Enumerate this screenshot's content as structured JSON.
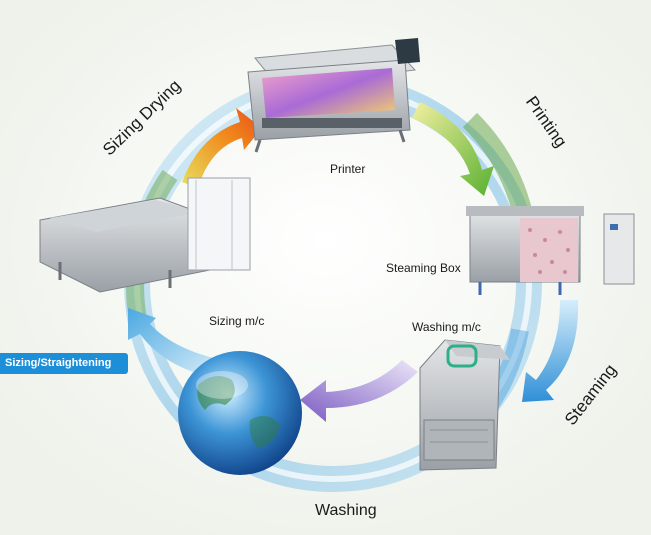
{
  "colors": {
    "background": "#f7f8f4",
    "ring_blue": "#7cc3ea",
    "ring_green": "#6aa84f",
    "arrow_orange": "#f08a1c",
    "arrow_green": "#7fc241",
    "arrow_blue": "#3a9ad9",
    "arrow_purple": "#8a6bc9",
    "badge_blue": "#1d8ed8"
  },
  "stages": {
    "sizing_drying": "Sizing Drying",
    "printing": "Printing",
    "steaming": "Steaming",
    "washing": "Washing",
    "sizing_straightening": "Sizing/Straightening"
  },
  "machines": {
    "printer": "Printer",
    "steaming_box": "Steaming Box",
    "washing_mc": "Washing m/c",
    "sizing_mc": "Sizing m/c"
  }
}
